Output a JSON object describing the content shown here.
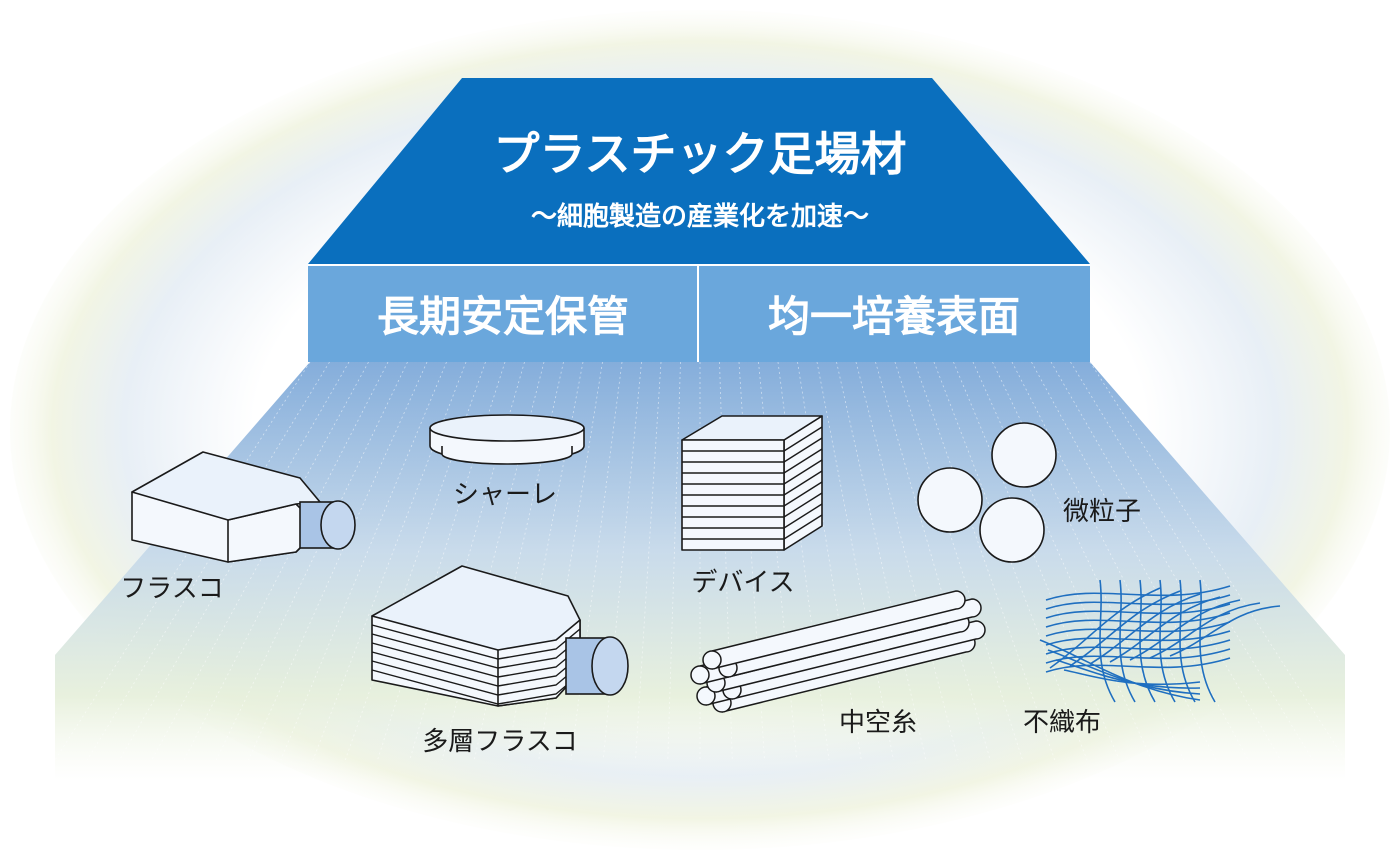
{
  "colors": {
    "roof": "#0a6fbe",
    "band": "#6aa7dc",
    "fiber": "#1f6fc0",
    "floor_top": "#7aa8da",
    "floor_bottom": "#e9f2dc"
  },
  "roof": {
    "title": "プラスチック足場材",
    "subtitle": "～細胞製造の産業化を加速～"
  },
  "pillars": [
    {
      "label": "長期安定保管"
    },
    {
      "label": "均一培養表面"
    }
  ],
  "items": [
    {
      "label": "シャーレ",
      "icon": "petri-dish-icon"
    },
    {
      "label": "デバイス",
      "icon": "device-stack-icon"
    },
    {
      "label": "微粒子",
      "icon": "microparticles-icon"
    },
    {
      "label": "フラスコ",
      "icon": "flask-icon"
    },
    {
      "label": "多層フラスコ",
      "icon": "multilayer-flask-icon"
    },
    {
      "label": "中空糸",
      "icon": "hollow-fiber-icon"
    },
    {
      "label": "不織布",
      "icon": "nonwoven-fabric-icon"
    }
  ]
}
